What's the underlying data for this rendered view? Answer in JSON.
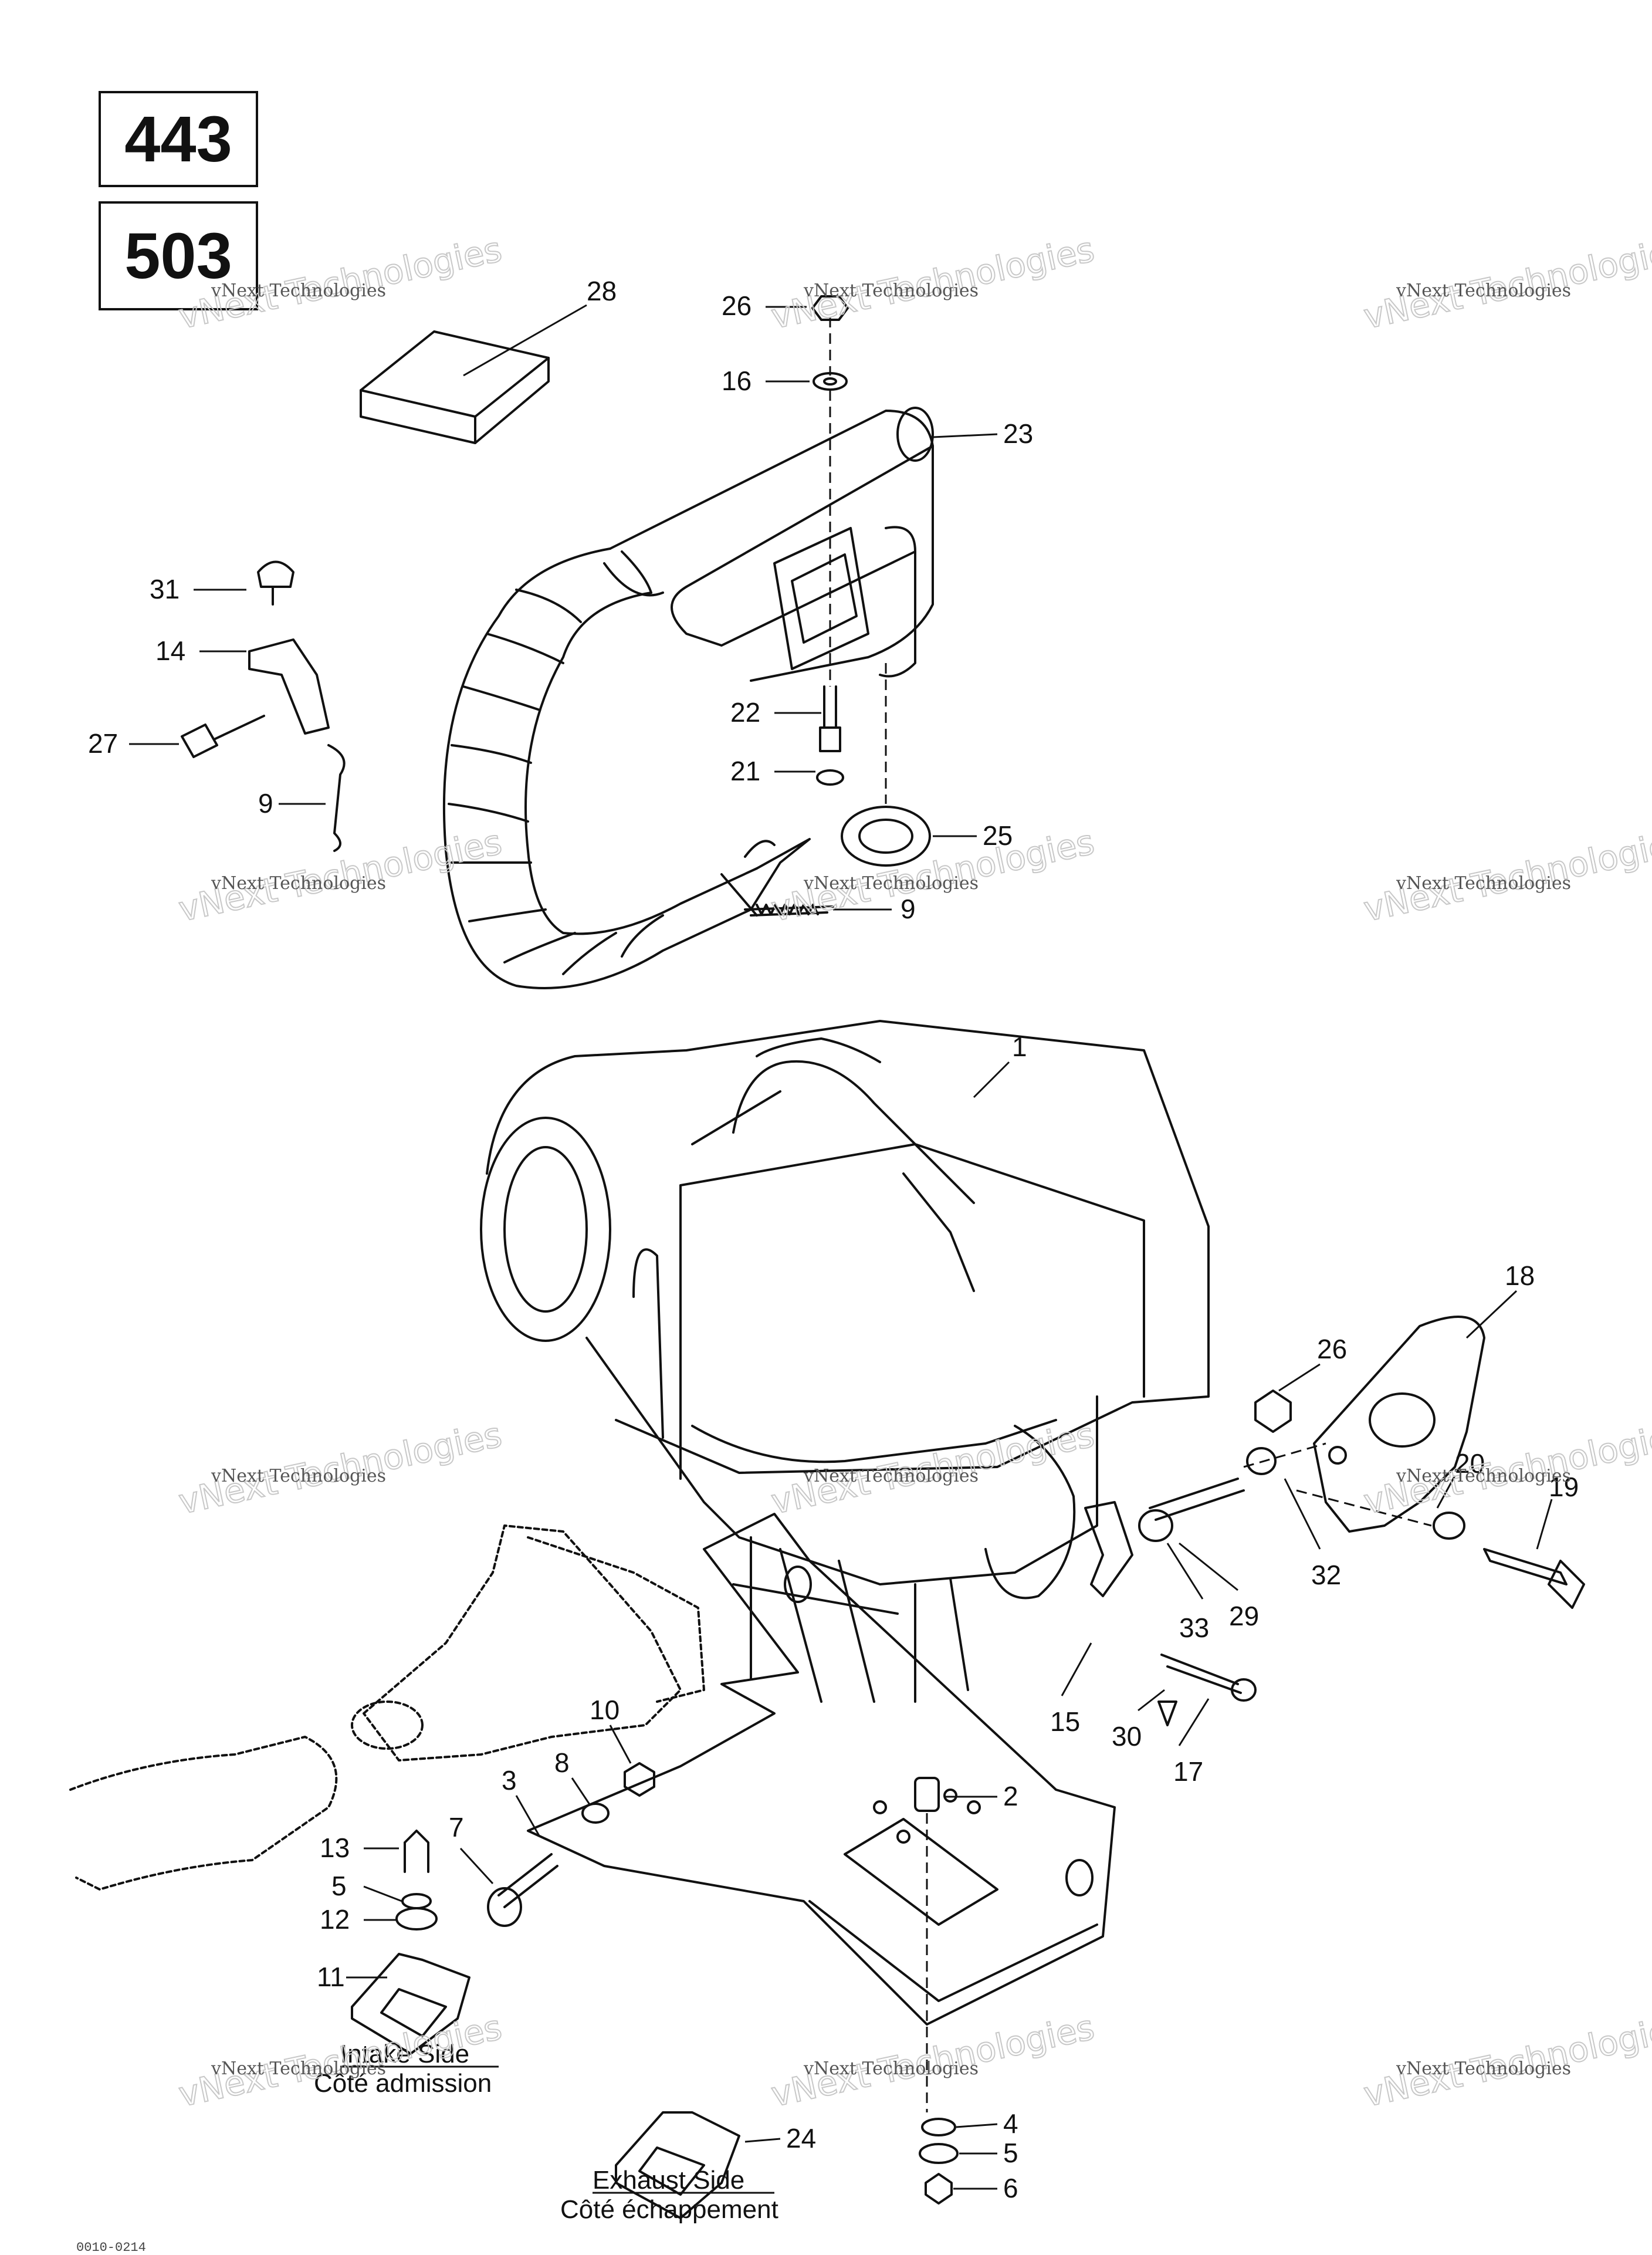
{
  "models": [
    "443",
    "503"
  ],
  "captions": {
    "intake_en": "Intake Side",
    "intake_fr": "Côté admission",
    "exhaust_en": "Exhaust Side",
    "exhaust_fr": "Côté échappement"
  },
  "watermark": {
    "line1": "vNext Technologies",
    "line2": "vNext Technologies"
  },
  "footer": "0010-0214",
  "callouts": {
    "c28": "28",
    "c26a": "26",
    "c16": "16",
    "c23": "23",
    "c31": "31",
    "c14": "14",
    "c27": "27",
    "c9a": "9",
    "c22": "22",
    "c21": "21",
    "c25": "25",
    "c9b": "9",
    "c1": "1",
    "c18": "18",
    "c26b": "26",
    "c20": "20",
    "c19": "19",
    "c32": "32",
    "c29": "29",
    "c33": "33",
    "c15": "15",
    "c30": "30",
    "c17": "17",
    "c2": "2",
    "c10": "10",
    "c8": "8",
    "c3": "3",
    "c7": "7",
    "c13": "13",
    "c5a": "5",
    "c12": "12",
    "c11": "11",
    "c24": "24",
    "c4": "4",
    "c5b": "5",
    "c6": "6"
  }
}
